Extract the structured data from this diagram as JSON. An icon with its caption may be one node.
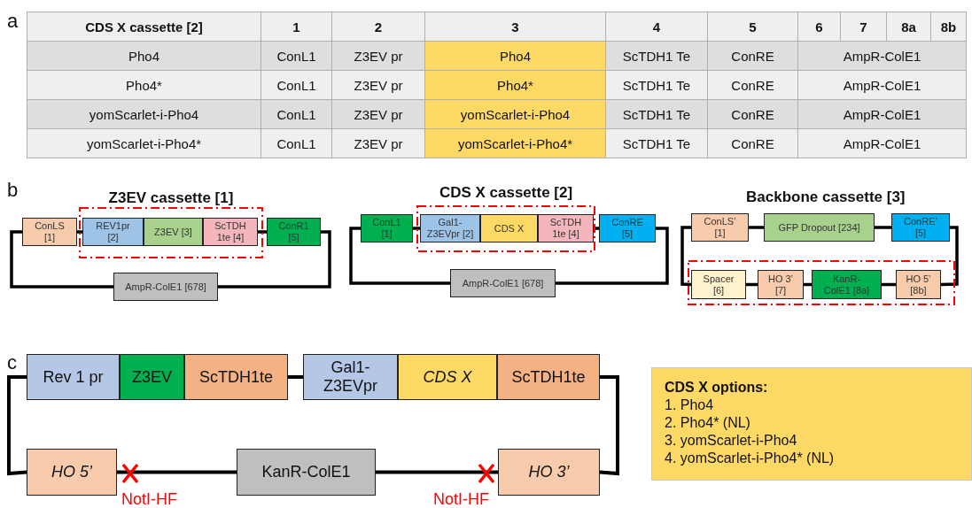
{
  "diagram": {
    "nodes": [
      {
        "text": [
          "ConLS [1]"
        ]
      },
      {
        "text": [
          "Z3EV cassette [1]"
        ]
      },
      {
        "text": [
          "REV1pr [2]"
        ],
        "in": 1
      },
      {
        "text": [
          "Z3EV [3]"
        ],
        "in": 1
      },
      {
        "text": [
          "ScTDH 1te [4]"
        ],
        "in": 1
      },
      {
        "text": [
          "ConR1 [5]"
        ]
      },
      {
        "text": [
          "AmpR-ColE1 [678]"
        ]
      },
      {
        "text": [
          "ConL1 [1]"
        ]
      },
      {
        "text": [
          "CDS X cassette [2]"
        ]
      },
      {
        "text": [
          "Gal1- Z3EVpr [2]"
        ],
        "in": 8
      },
      {
        "text": [
          "CDS X"
        ],
        "in": 8
      },
      {
        "text": [
          "ScTDH 1te [4]"
        ],
        "in": 8
      },
      {
        "text": [
          "ConRE [5]"
        ]
      },
      {
        "text": [
          "AmpR-ColE1 [678]"
        ]
      },
      {
        "text": [
          "ConLS’ [1]"
        ]
      },
      {
        "text": [
          "GFP Dropout [234]"
        ]
      },
      {
        "text": [
          "ConRE’ [5]"
        ]
      },
      {
        "text": [],
        "shape": "box"
      },
      {
        "text": [
          "Spacer [6]"
        ],
        "in": 17
      },
      {
        "text": [
          "HO 3’ [7]"
        ],
        "in": 17
      },
      {
        "text": [
          "KanR-ColE1 [8a]"
        ],
        "in": 17
      },
      {
        "text": [
          "HO 5’ [8b]"
        ],
        "in": 17
      },
      {
        "text": [
          "Rev 1 pr"
        ]
      },
      {
        "text": [
          "Z3EV"
        ]
      },
      {
        "text": [
          "ScTDH1te"
        ]
      },
      {
        "text": [
          "Gal1- Z3EVpr"
        ]
      },
      {
        "text": [
          "CDS X"
        ]
      },
      {
        "text": [
          "ScTDH1te"
        ]
      },
      {
        "text": [
          "HO 5’"
        ]
      },
      {
        "text": [
          "KanR-ColE1"
        ]
      },
      {
        "text": [
          "HO 3’"
        ]
      },
      {
        "text": [
          "CDS X options:",
          "1. Pho4",
          "2. Pho4* (NL)",
          "3. yomScarlet-i-Pho4",
          "4. yomScarlet-i-Pho4* (NL)"
        ]
      }
    ],
    "edges": [
      {
        "from": 0,
        "to": 2,
        "arrow": "none"
      },
      {
        "from": 4,
        "to": 5,
        "arrow": "none"
      },
      {
        "from": 5,
        "to": 6,
        "arrow": "none"
      },
      {
        "from": 6,
        "to": 0,
        "arrow": "none"
      },
      {
        "from": 7,
        "to": 9,
        "arrow": "none"
      },
      {
        "from": 11,
        "to": 12,
        "arrow": "none"
      },
      {
        "from": 12,
        "to": 13,
        "arrow": "none"
      },
      {
        "from": 13,
        "to": 7,
        "arrow": "none"
      },
      {
        "from": 14,
        "to": 15,
        "arrow": "none"
      },
      {
        "from": 15,
        "to": 16,
        "arrow": "none"
      },
      {
        "from": 16,
        "to": 21,
        "arrow": "none"
      },
      {
        "from": 21,
        "to": 20,
        "arrow": "none"
      },
      {
        "from": 20,
        "to": 19,
        "arrow": "none"
      },
      {
        "from": 19,
        "to": 18,
        "arrow": "none"
      },
      {
        "from": 18,
        "to": 14,
        "arrow": "none"
      },
      {
        "from": 24,
        "to": 25,
        "arrow": "none"
      },
      {
        "from": 27,
        "to": 30,
        "arrow": "none"
      },
      {
        "from": 30,
        "to": 29,
        "arrow": "none"
      },
      {
        "from": 29,
        "to": 28,
        "arrow": "none"
      },
      {
        "from": 28,
        "to": 22,
        "arrow": "none"
      }
    ],
    "labels": [
      "a",
      "CDS X cassette [2]",
      "1",
      "2",
      "3",
      "4",
      "5",
      "6",
      "7",
      "8a",
      "8b",
      "Pho4",
      "ConL1",
      "Z3EV pr",
      "Pho4",
      "ScTDH1 Te",
      "ConRE",
      "AmpR-ColE1",
      "Pho4*",
      "ConL1",
      "Z3EV pr",
      "Pho4*",
      "ScTDH1 Te",
      "ConRE",
      "AmpR-ColE1",
      "yomScarlet-i-Pho4",
      "ConL1",
      "Z3EV pr",
      "yomScarlet-i-Pho4",
      "ScTDH1 Te",
      "ConRE",
      "AmpR-ColE1",
      "yomScarlet-i-Pho4*",
      "ConL1",
      "Z3EV pr",
      "yomScarlet-i-Pho4*",
      "ScTDH1 Te",
      "ConRE",
      "AmpR-ColE1",
      "b",
      "Backbone cassette [3]",
      "c",
      "NotI-HF",
      "NotI-HF"
    ]
  }
}
